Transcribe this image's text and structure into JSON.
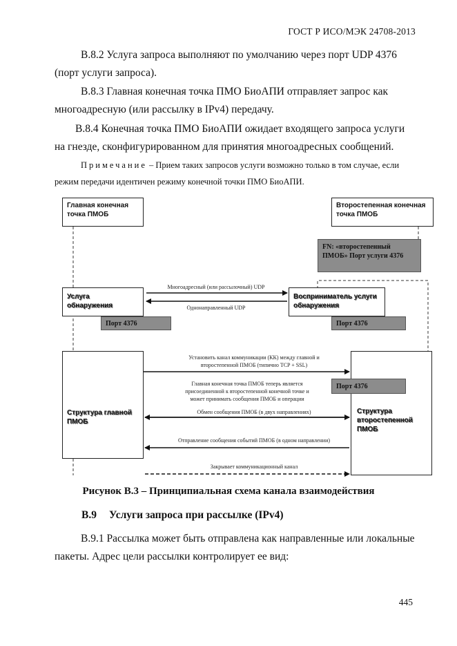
{
  "header": "ГОСТ Р ИСО/МЭК 24708-2013",
  "paragraphs": [
    {
      "first": "В.8.2 Услуга запроса выполняют по умолчанию через порт UDP 4376",
      "rest": "(порт услуги запроса)."
    },
    {
      "first": "В.8.3 Главная конечная точка ПМО БиоАПИ отправляет запрос как",
      "rest": "многоадресную (или рассылку в IPv4) передачу."
    },
    {
      "first": "В.8.4 Конечная точка ПМО БиоАПИ ожидает входящего запроса услуги",
      "rest": "на гнезде, сконфигурированном для принятия многоадресных сообщений."
    }
  ],
  "note": {
    "label": "Примечание",
    "first": " – Прием таких запросов услуги возможно только в том случае, если",
    "rest": "режим передачи идентичен режиму конечной точки ПМО БиоАПИ."
  },
  "diagram": {
    "master_endpoint": "Главная конечная точка ПМОБ",
    "slave_endpoint": "Второстепенная конечная точка ПМОБ",
    "fn_box": "FN: «второстепенный ПМОБ» Порт услуги 4376",
    "discovery_service": "Услуга обнаружения",
    "discovery_receiver": "Восприниматель услуги обнаружения",
    "port_left": "Порт 4376",
    "port_right": "Порт 4376",
    "port_mid": "Порт 4376",
    "master_structure": "Структура главной ПМОБ",
    "slave_structure": "Структура второстепенной ПМОБ",
    "msg_multicast": "Многоадресный (или рассылочный) UDP",
    "msg_unidirectional": "Однонаправленный UDP",
    "msg_establish": "Установить канал коммуникации (КК) между главной и второстепенной ПМОБ (типично TCP + SSL)",
    "msg_connected": "Главная конечная точка ПМОБ теперь является присоединенной к второстепенной конечной точке и может принимать сообщения ПМОБ и операции",
    "msg_exchange": "Обмен сообщения ПМОБ (в двух направлениях)",
    "msg_events": "Отправление сообщения событий ПМОБ (в одном направлении)",
    "msg_close": "Закрывает коммуникационный канал"
  },
  "caption": "Рисунок В.3 – Принципиальная схема канала взаимодействия",
  "section": {
    "number": "В.9",
    "title": "Услуги запроса при рассылке (IPv4)"
  },
  "para_b91": {
    "first": "В.9.1 Рассылка может быть отправлена как направленные или локальные",
    "rest": "пакеты. Адрес цели рассылки контролирует ее вид:"
  },
  "page_number": "445"
}
